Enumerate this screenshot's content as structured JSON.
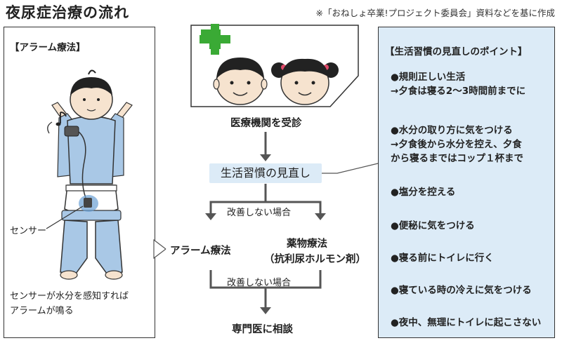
{
  "title": "夜尿症治療の流れ",
  "source": "※「おねしょ卒業!プロジェクト委員会」資料などを基に作成",
  "left_box": {
    "heading": "【アラーム療法】",
    "sensor_label": "センサー",
    "note": [
      "センサーが水分を感知すれば",
      "アラームが鳴る"
    ]
  },
  "flow": {
    "step1": "医療機関を受診",
    "step2": "生活習慣の見直し",
    "branch_note_1": "改善しない場合",
    "option_alarm": "アラーム療法",
    "option_drug_1": "薬物療法",
    "option_drug_2": "（抗利尿ホルモン剤）",
    "branch_note_2": "改善しない場合",
    "final": "専門医に相談"
  },
  "right_box": {
    "heading": "【生活習慣の見直しのポイント】",
    "points": [
      {
        "main": "●規則正しい生活",
        "sub": [
          "→夕食は寝る2～3時間前までに"
        ]
      },
      {
        "main": "●水分の取り方に気をつける",
        "sub": [
          "→夕食後から水分を控え、夕食",
          "から寝るまではコップ１杯まで"
        ]
      },
      {
        "main": "●塩分を控える",
        "sub": []
      },
      {
        "main": "●便秘に気をつける",
        "sub": []
      },
      {
        "main": "●寝る前にトイレに行く",
        "sub": []
      },
      {
        "main": "●寝ている時の冷えに気をつける",
        "sub": []
      },
      {
        "main": "●夜中、無理にトイレに起こさない",
        "sub": []
      }
    ]
  },
  "colors": {
    "panel_blue": "#dcebf7",
    "cross_green": "#3aaa35",
    "pajama_blue": "#a9c8e6",
    "skin": "#f6e3cf",
    "line": "#555555"
  }
}
